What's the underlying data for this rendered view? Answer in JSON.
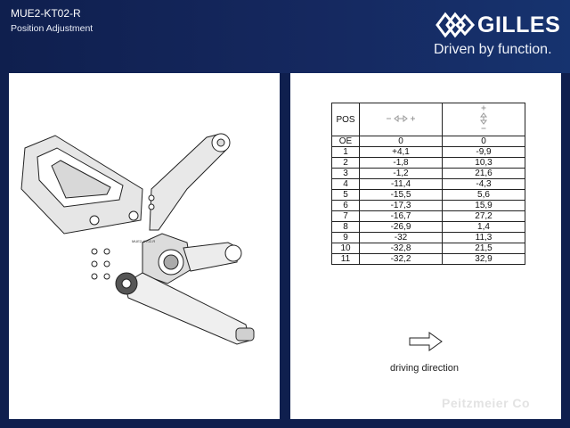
{
  "header": {
    "doc_code": "MUE2-KT02-R",
    "doc_subtitle": "Position Adjustment",
    "brand": "GILLES",
    "tagline": "Driven by function.",
    "colors": {
      "background": "#0f1f4e",
      "panel": "#ffffff",
      "text": "#ffffff"
    }
  },
  "drawing": {
    "icon": "rearset-footpeg-assembly-drawing",
    "part_mark": "MUE2-KT02-R"
  },
  "table": {
    "header_pos": "POS",
    "header_horizontal_icon": "horizontal-adjust-arrows-icon",
    "header_vertical_icon": "vertical-adjust-arrows-icon",
    "rows": [
      {
        "pos": "OE",
        "h": "0",
        "v": "0"
      },
      {
        "pos": "1",
        "h": "+4,1",
        "v": "-9,9"
      },
      {
        "pos": "2",
        "h": "-1,8",
        "v": "10,3"
      },
      {
        "pos": "3",
        "h": "-1,2",
        "v": "21,6"
      },
      {
        "pos": "4",
        "h": "-11,4",
        "v": "-4,3"
      },
      {
        "pos": "5",
        "h": "-15,5",
        "v": "5,6"
      },
      {
        "pos": "6",
        "h": "-17,3",
        "v": "15,9"
      },
      {
        "pos": "7",
        "h": "-16,7",
        "v": "27,2"
      },
      {
        "pos": "8",
        "h": "-26,9",
        "v": "1,4"
      },
      {
        "pos": "9",
        "h": "-32",
        "v": "11,3"
      },
      {
        "pos": "10",
        "h": "-32,8",
        "v": "21,5"
      },
      {
        "pos": "11",
        "h": "-32,2",
        "v": "32,9"
      }
    ]
  },
  "direction": {
    "icon": "right-arrow-icon",
    "label": "driving direction"
  },
  "watermark": "Peitzmeier Co"
}
